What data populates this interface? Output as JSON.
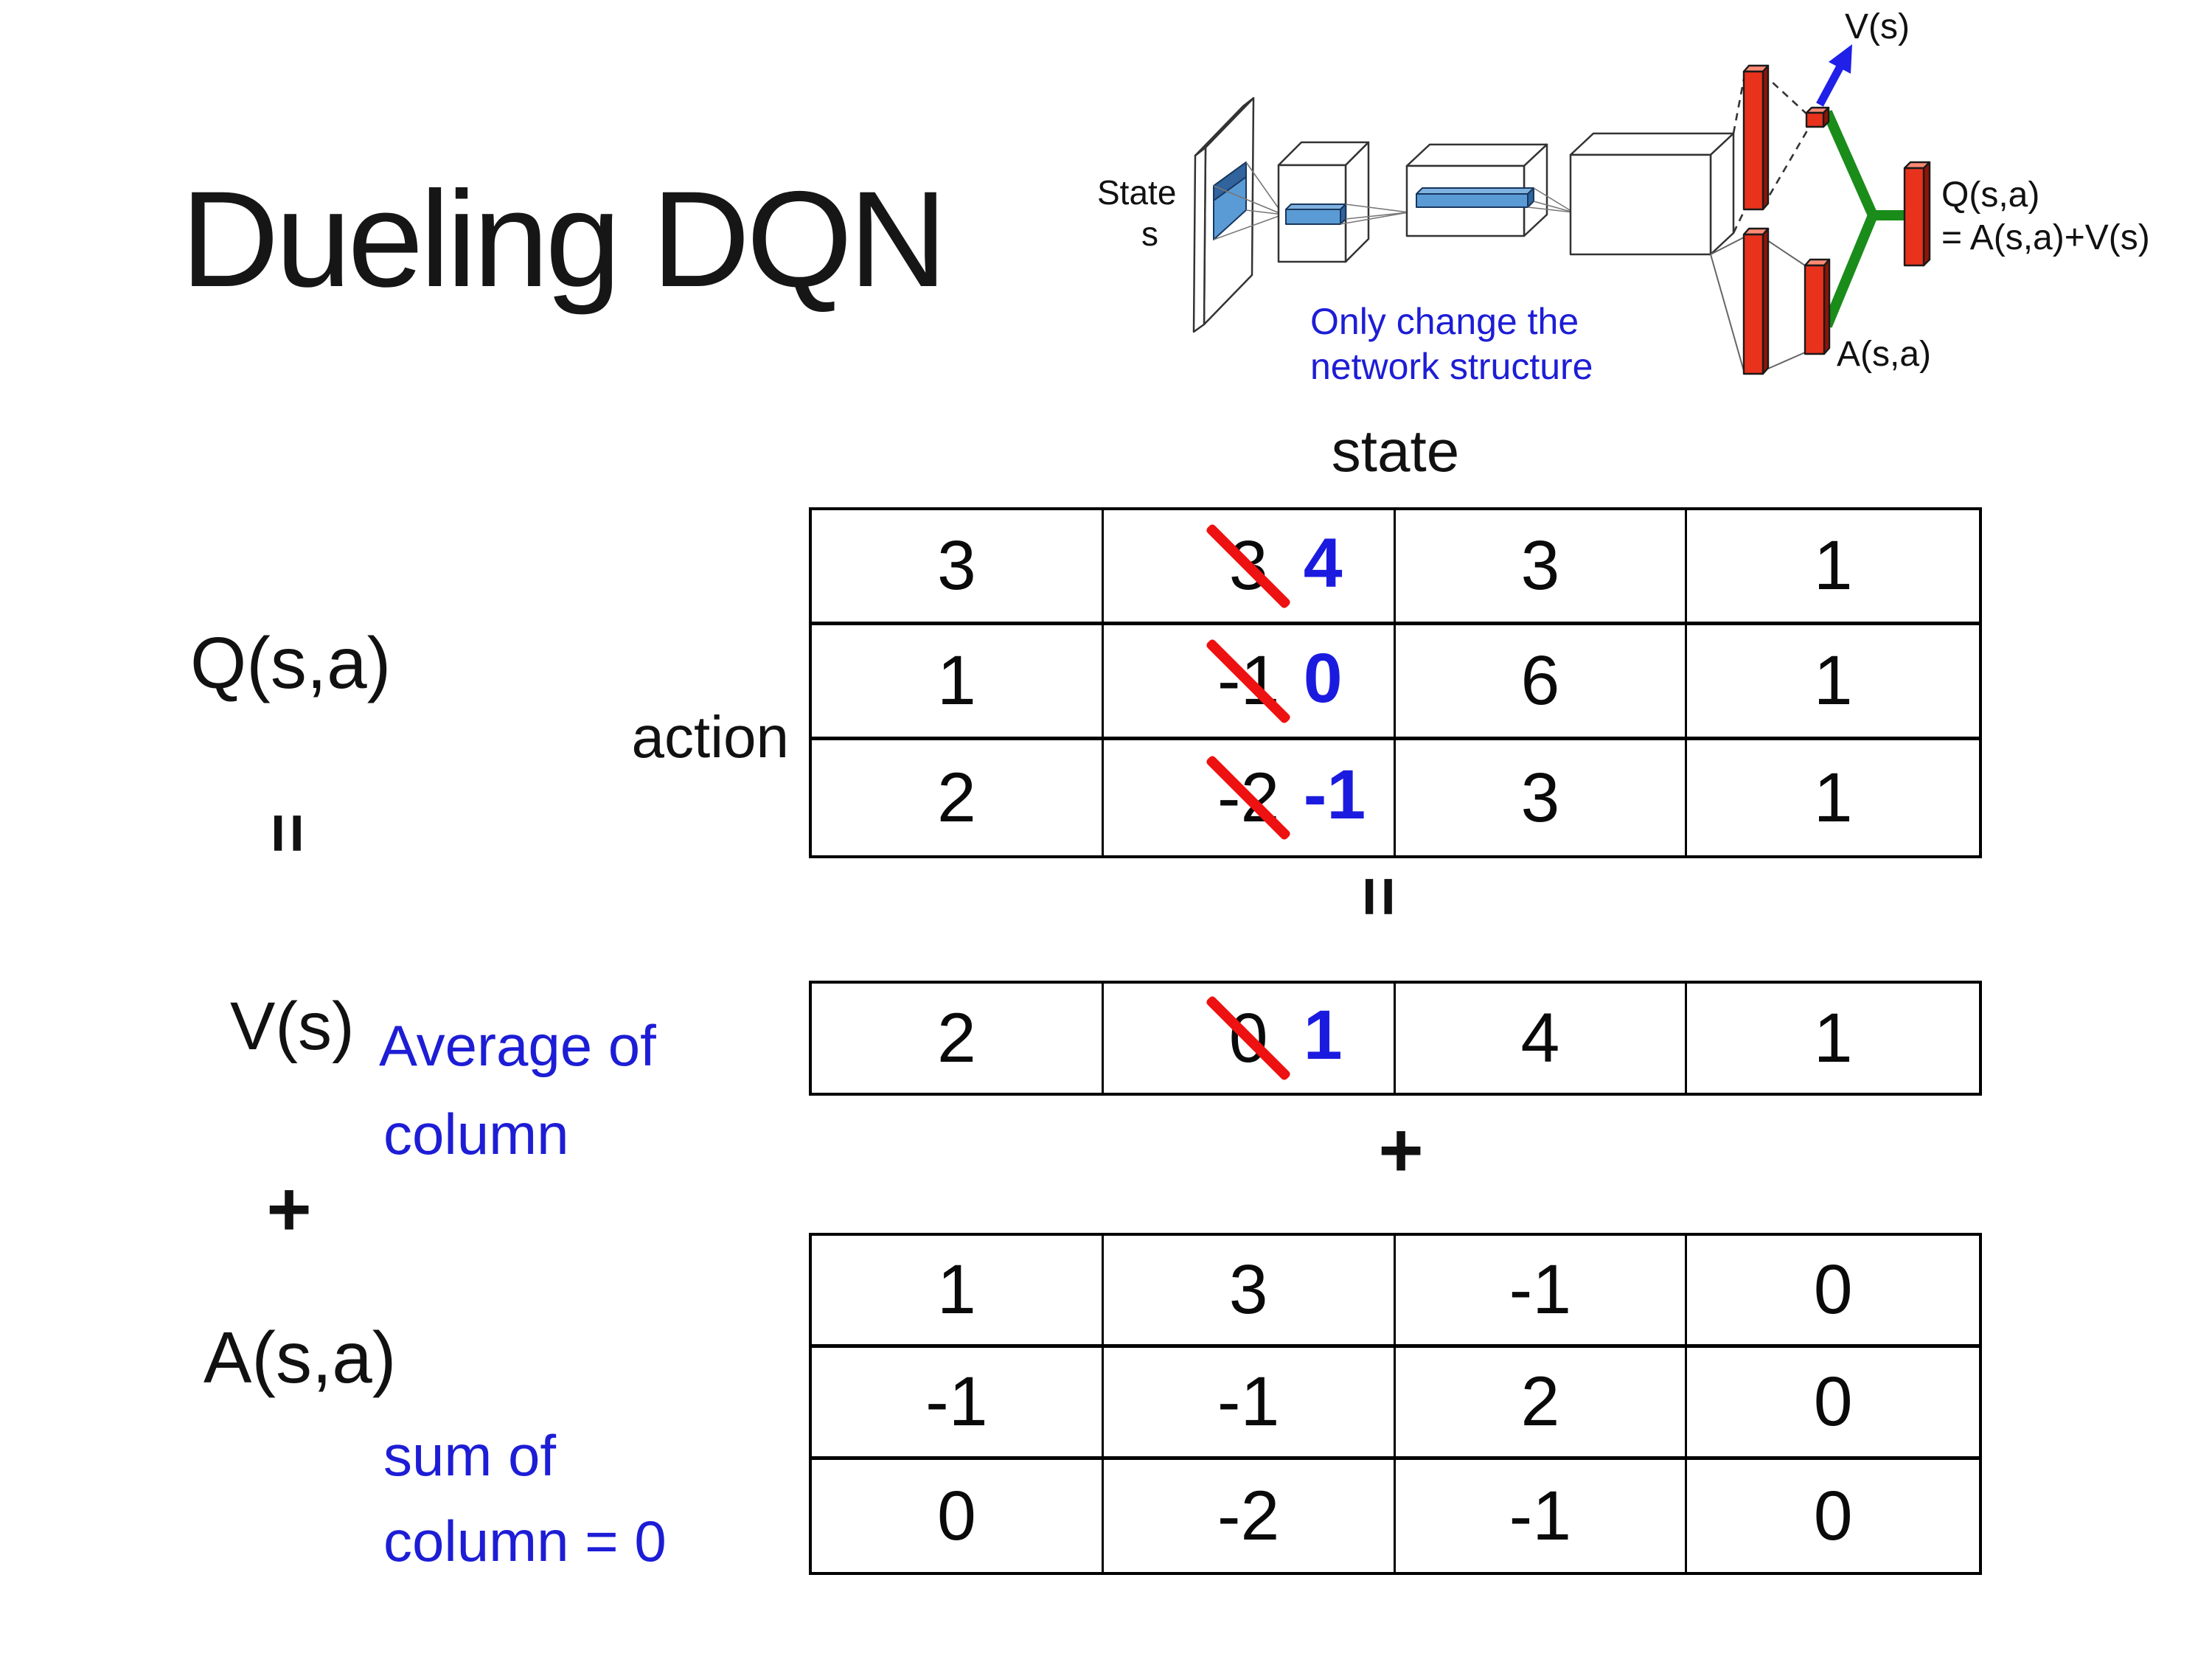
{
  "title": "Dueling DQN",
  "diagram": {
    "state_line1": "State",
    "state_line2": "s",
    "note_line1": "Only change the",
    "note_line2": "network structure",
    "v_out_label": "V(s)",
    "q_out_label": "Q(s,a)",
    "q_out_formula": "= A(s,a)+V(s)",
    "a_out_label": "A(s,a)"
  },
  "decomposition": {
    "state_header": "state",
    "action_label": "action",
    "q_label": "Q(s,a)",
    "v_label": "V(s)",
    "a_label": "A(s,a)",
    "equals_sign": "=",
    "plus_sign": "+",
    "avg_note_line1": "Average of",
    "avg_note_line2": "column",
    "sum_note_line1": "sum of",
    "sum_note_line2": "column = 0"
  },
  "chart_data": {
    "type": "table",
    "q_table": [
      [
        {
          "t": "3"
        },
        {
          "old": "3",
          "new": "4"
        },
        {
          "t": "3"
        },
        {
          "t": "1"
        }
      ],
      [
        {
          "t": "1"
        },
        {
          "old": "-1",
          "new": "0"
        },
        {
          "t": "6"
        },
        {
          "t": "1"
        }
      ],
      [
        {
          "t": "2"
        },
        {
          "old": "-2",
          "new": "-1"
        },
        {
          "t": "3"
        },
        {
          "t": "1"
        }
      ]
    ],
    "v_table": [
      [
        {
          "t": "2"
        },
        {
          "old": "0",
          "new": "1"
        },
        {
          "t": "4"
        },
        {
          "t": "1"
        }
      ]
    ],
    "a_table": [
      [
        {
          "t": "1"
        },
        {
          "t": "3"
        },
        {
          "t": "-1"
        },
        {
          "t": "0"
        }
      ],
      [
        {
          "t": "-1"
        },
        {
          "t": "-1"
        },
        {
          "t": "2"
        },
        {
          "t": "0"
        }
      ],
      [
        {
          "t": "0"
        },
        {
          "t": "-2"
        },
        {
          "t": "-1"
        },
        {
          "t": "0"
        }
      ]
    ]
  },
  "colors": {
    "strike_red": "#ee1111",
    "replacement_blue": "#1b1be0",
    "note_blue": "#1d1dd6",
    "diagram_red": "#e8321c",
    "diagram_green": "#1a8c1a",
    "arrow_blue": "#2020e8",
    "filter_blue": "#5b9bd5"
  }
}
